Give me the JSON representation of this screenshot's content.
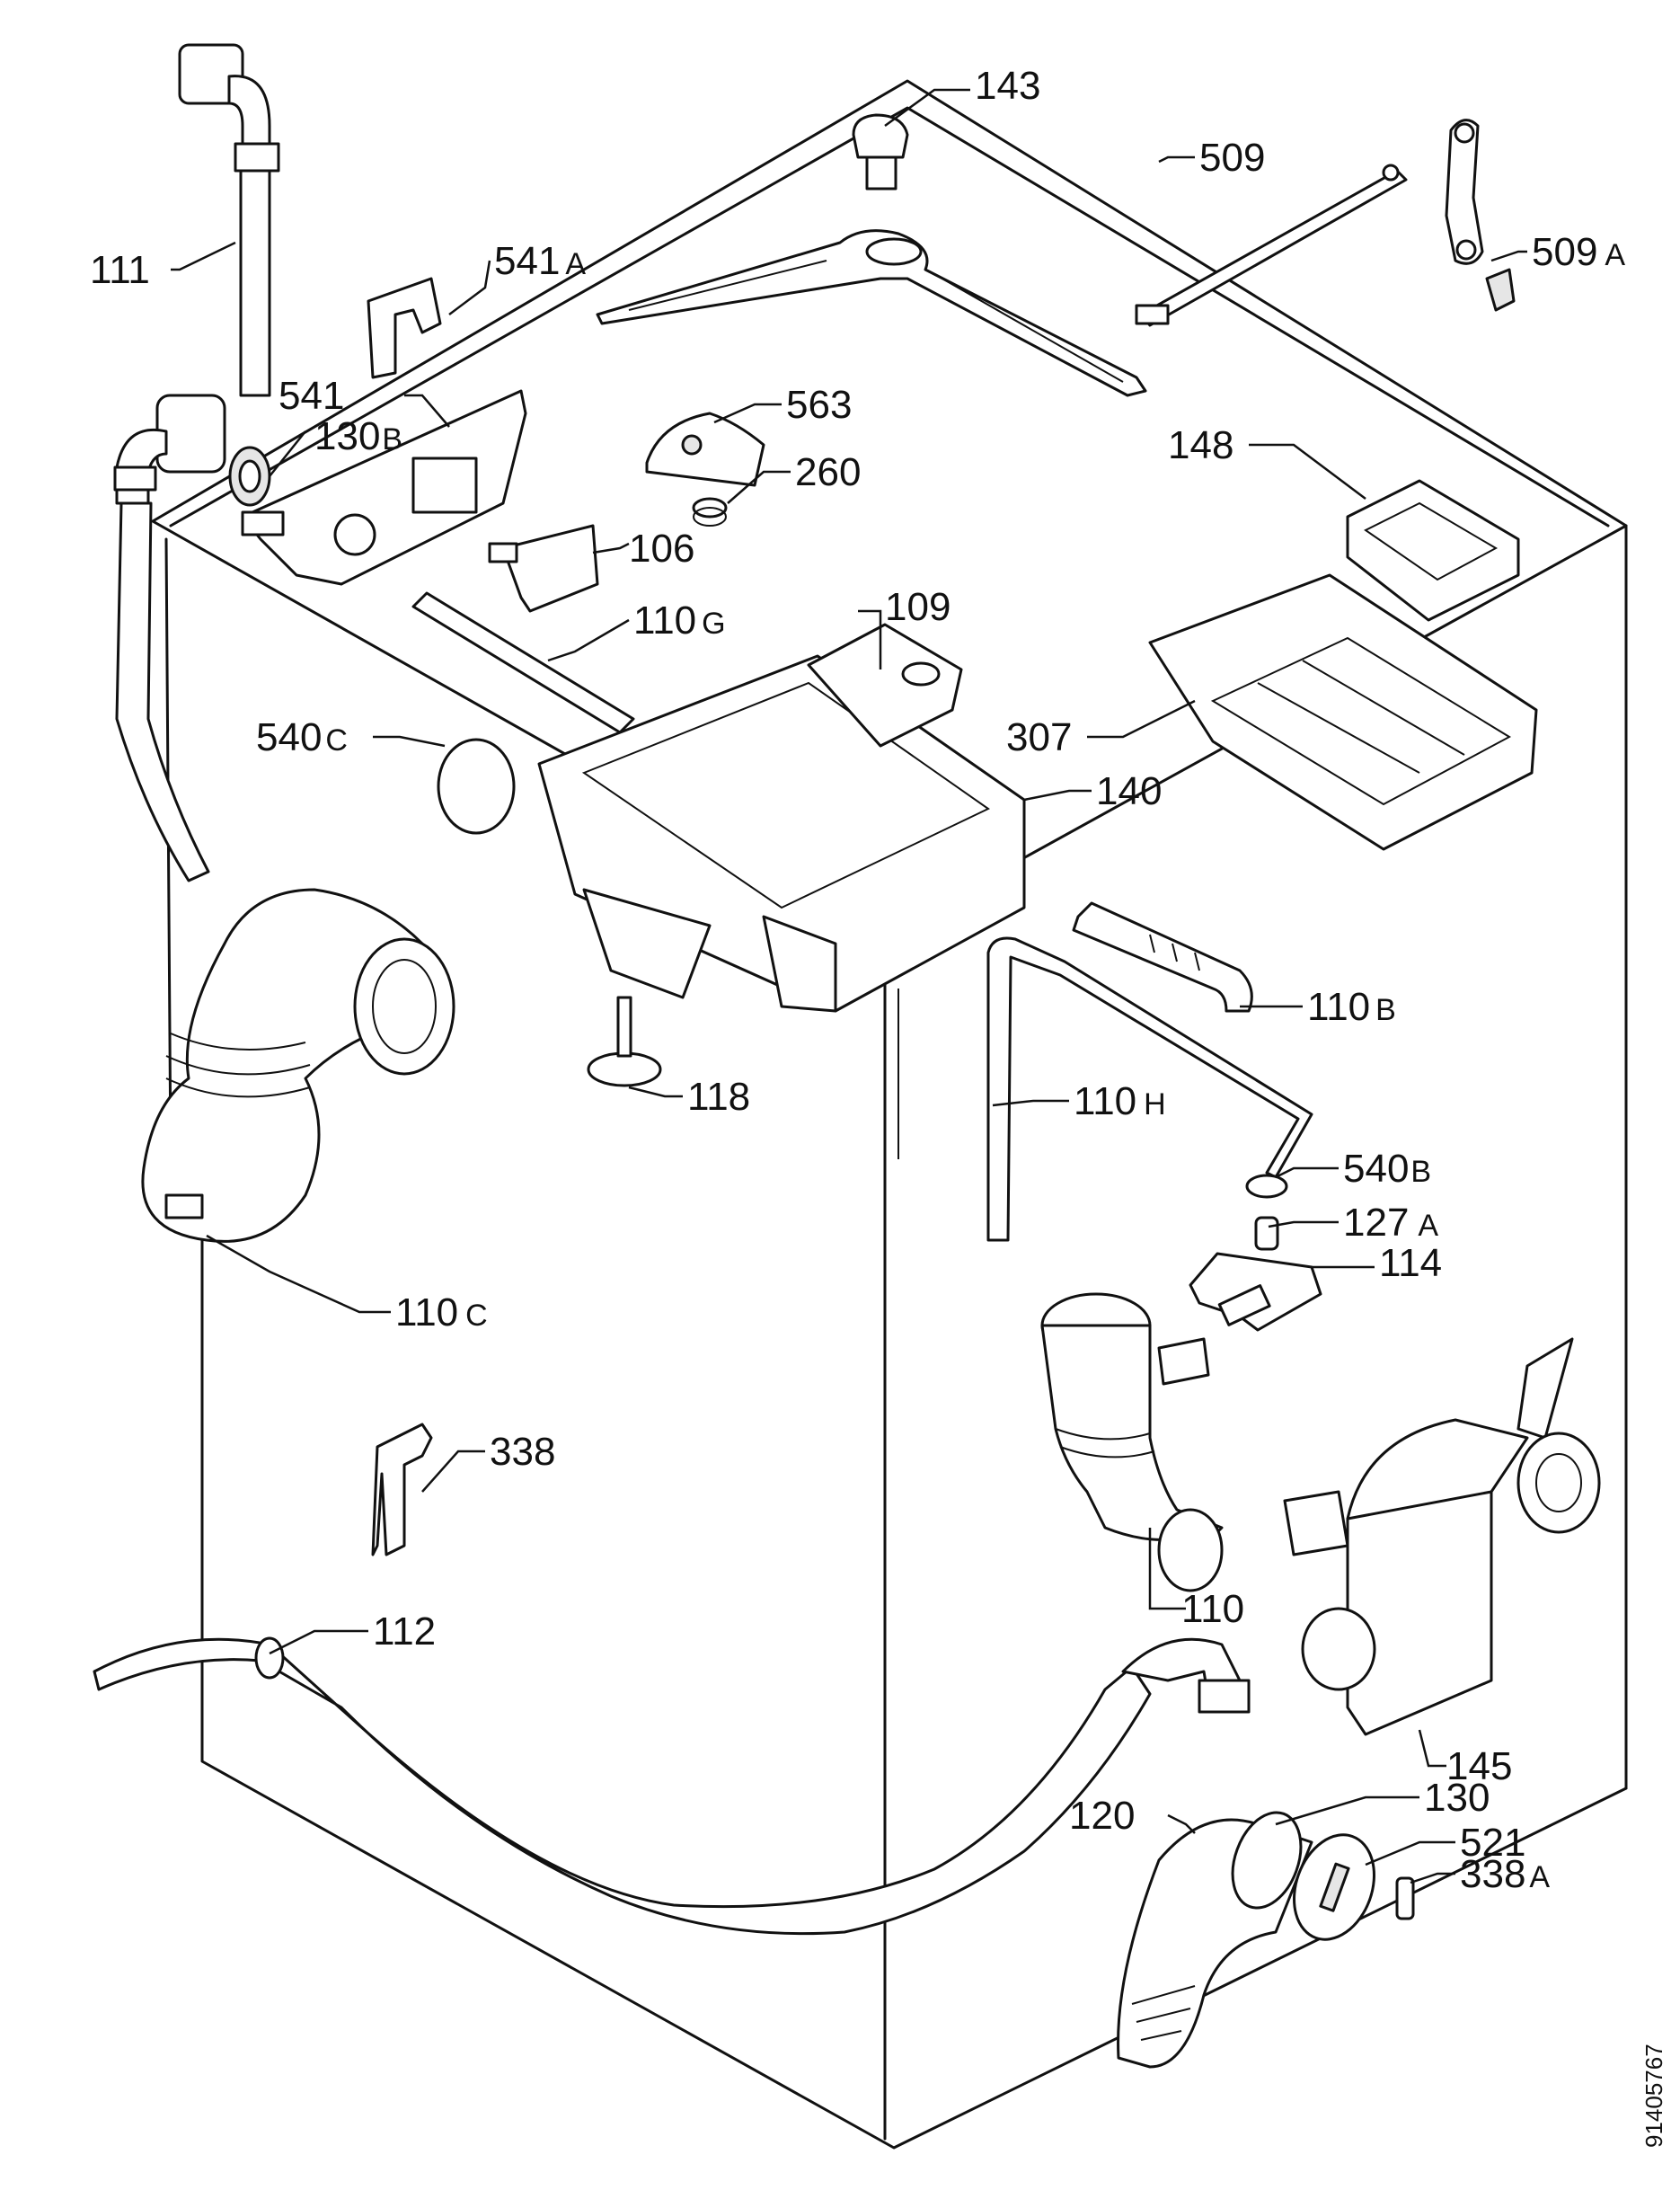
{
  "callouts": {
    "c143": "143",
    "c509": "509",
    "c509a": "509",
    "c509a_sfx": "A",
    "c111": "111",
    "c541a": "541",
    "c541a_sfx": "A",
    "c541": "541",
    "c130b": "130",
    "c130b_sfx": "B",
    "c563": "563",
    "c260": "260",
    "c148": "148",
    "c106": "106",
    "c110g": "110",
    "c110g_sfx": "G",
    "c109": "109",
    "c540c": "540",
    "c540c_sfx": "C",
    "c307": "307",
    "c140": "140",
    "c110b": "110",
    "c110b_sfx": "B",
    "c118": "118",
    "c110h": "110",
    "c110h_sfx": "H",
    "c540b": "540",
    "c540b_sfx": "B",
    "c127a": "127",
    "c127a_sfx": "A",
    "c114": "114",
    "c110c": "110",
    "c110c_sfx": "C",
    "c338": "338",
    "c110": "110",
    "c112": "112",
    "c145": "145",
    "c130": "130",
    "c120": "120",
    "c521": "521",
    "c338a": "338",
    "c338a_sfx": "A"
  },
  "drawing_code": "91405767"
}
